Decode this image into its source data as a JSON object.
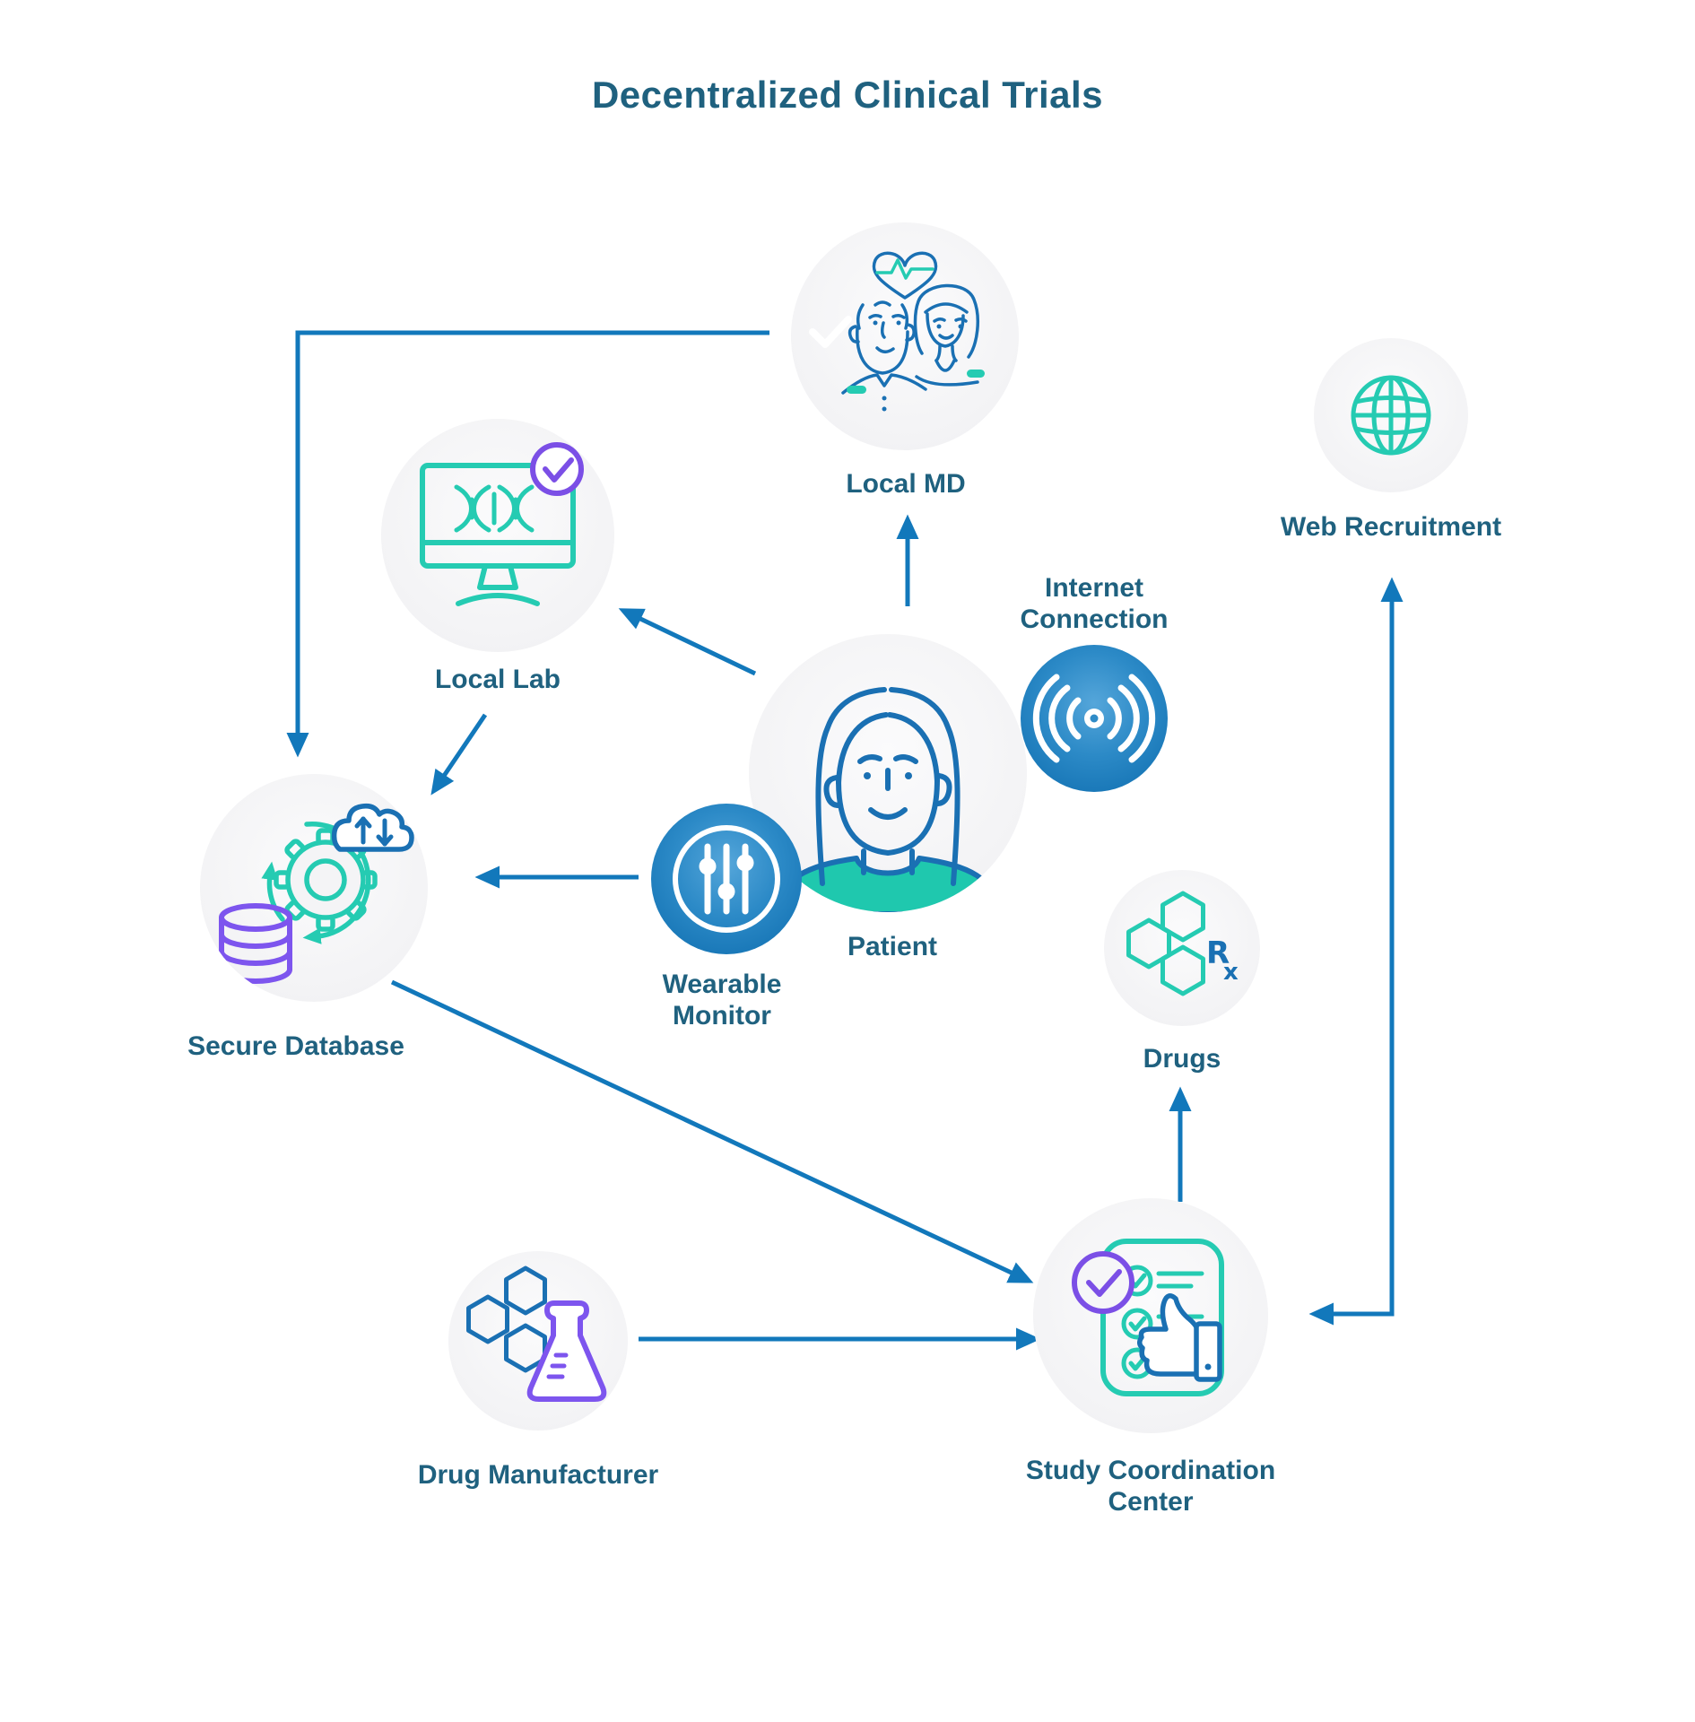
{
  "title": "Decentralized Clinical Trials",
  "colors": {
    "arrow_blue": "#1278bb",
    "label_teal_dark": "#1f617f",
    "icon_teal": "#25cbb2",
    "icon_blue": "#1a70b3",
    "icon_purple": "#7d55ee",
    "badge_purple": "#7b4fe6",
    "filled_circle_blue": "#2c8ac7",
    "node_background": "#f3f3f5",
    "shirt_teal": "#1fc8ae"
  },
  "nodes": {
    "local_md": {
      "label": "Local MD",
      "icon": "elderly-couple-heart-icon"
    },
    "web_recruitment": {
      "label": "Web Recruitment",
      "icon": "globe-icon"
    },
    "local_lab": {
      "label": "Local Lab",
      "icon": "monitor-dna-check-icon"
    },
    "internet_connection": {
      "label": "Internet Connection",
      "icon": "wireless-signal-icon"
    },
    "patient": {
      "label": "Patient",
      "icon": "woman-face-icon"
    },
    "wearable_monitor": {
      "label": "Wearable Monitor",
      "icon": "sliders-icon"
    },
    "secure_database": {
      "label": "Secure Database",
      "icon": "database-gear-cloud-sync-icon"
    },
    "drugs": {
      "label": "Drugs",
      "icon": "hexagons-rx-icon"
    },
    "drug_manufacturer": {
      "label": "Drug Manufacturer",
      "icon": "hexagons-flask-icon"
    },
    "study_coordination_center": {
      "label": "Study Coordination Center",
      "icon": "checklist-thumbs-up-icon"
    }
  },
  "connections": [
    {
      "from": "Local MD",
      "to": "Secure Database",
      "style": "elbow"
    },
    {
      "from": "Patient",
      "to": "Local MD",
      "style": "straight"
    },
    {
      "from": "Patient",
      "to": "Local Lab",
      "style": "straight"
    },
    {
      "from": "Local Lab",
      "to": "Secure Database",
      "style": "straight"
    },
    {
      "from": "Wearable Monitor",
      "to": "Secure Database",
      "style": "straight"
    },
    {
      "from": "Secure Database",
      "to": "Study Coordination Center",
      "style": "straight"
    },
    {
      "from": "Drug Manufacturer",
      "to": "Study Coordination Center",
      "style": "straight"
    },
    {
      "from": "Study Coordination Center",
      "to": "Drugs",
      "style": "straight"
    },
    {
      "from": "Study Coordination Center",
      "to": "Web Recruitment",
      "style": "elbow",
      "bidirectional": true
    }
  ]
}
